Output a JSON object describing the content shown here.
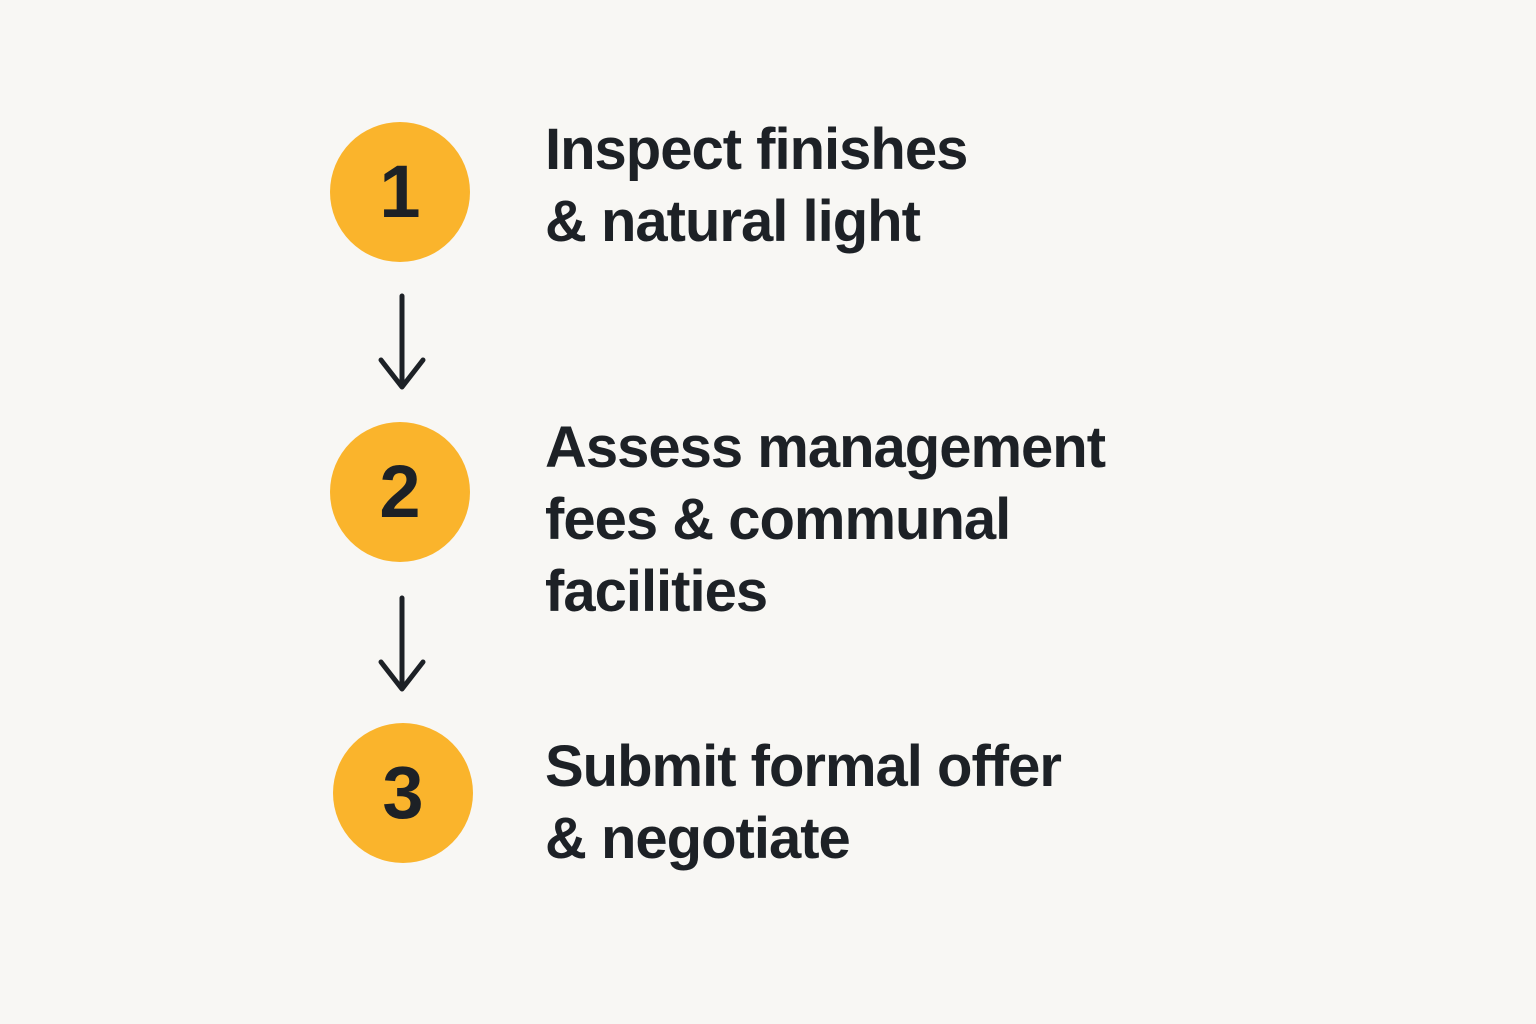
{
  "diagram": {
    "type": "vertical-process-flow",
    "background_color": "#f8f7f4",
    "badge_color": "#fab42c",
    "text_color": "#1d2126",
    "arrow_color": "#1d2126",
    "arrow_icon": "down-arrow-icon",
    "steps": [
      {
        "number": "1",
        "label": "Inspect finishes\n& natural light"
      },
      {
        "number": "2",
        "label": "Assess management\nfees & communal\nfacilities"
      },
      {
        "number": "3",
        "label": "Submit formal offer\n& negotiate"
      }
    ]
  }
}
